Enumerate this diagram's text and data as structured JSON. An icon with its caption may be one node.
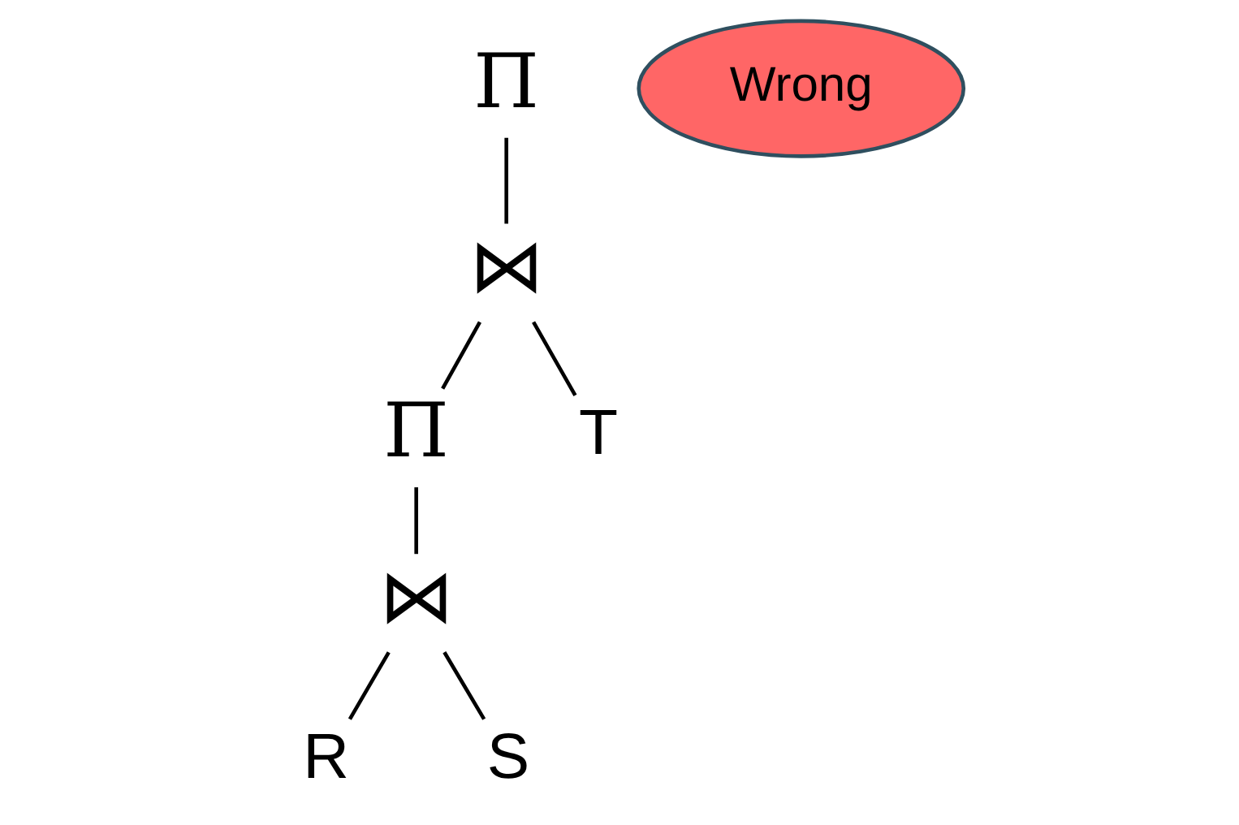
{
  "diagram": {
    "nodes": [
      {
        "text": [
          "Π"
        ]
      },
      {
        "text": [
          "Wrong"
        ]
      },
      {
        "text": [
          "⋈"
        ]
      },
      {
        "text": [
          "Π"
        ]
      },
      {
        "text": [
          "T"
        ]
      },
      {
        "text": [
          "⋈"
        ]
      },
      {
        "text": [
          "R"
        ]
      },
      {
        "text": [
          "S"
        ]
      }
    ],
    "edges": [
      {
        "from": 0,
        "to": 2,
        "arrow": "none"
      },
      {
        "from": 2,
        "to": 3,
        "arrow": "none"
      },
      {
        "from": 2,
        "to": 4,
        "arrow": "none"
      },
      {
        "from": 3,
        "to": 5,
        "arrow": "none"
      },
      {
        "from": 5,
        "to": 6,
        "arrow": "none"
      },
      {
        "from": 5,
        "to": 7,
        "arrow": "none"
      }
    ]
  }
}
